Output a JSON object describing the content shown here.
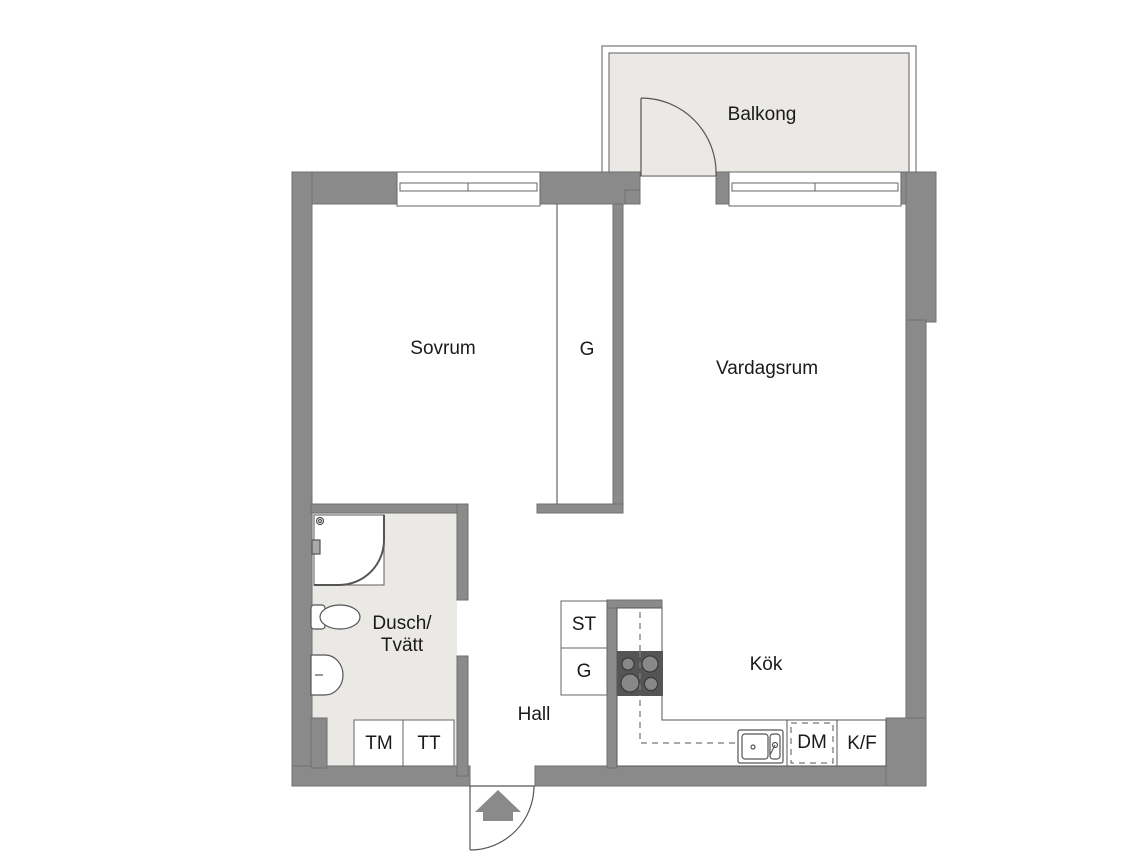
{
  "plan": {
    "colors": {
      "wall": "#8a8a8a",
      "wall_outline": "#6e6e6e",
      "wet_floor": "#ebe9e6",
      "balcony_floor": "#ebe9e6",
      "line": "#555555",
      "text": "#1a1a1a",
      "stove": "#555555"
    },
    "rooms": {
      "balkong": "Balkong",
      "sovrum": "Sovrum",
      "garderob": "G",
      "vardagsrum": "Vardagsrum",
      "dusch": "Dusch/",
      "tvatt": "Tvätt",
      "hall": "Hall",
      "kok": "Kök"
    },
    "fixtures": {
      "st": "ST",
      "g_hall": "G",
      "tm": "TM",
      "tt": "TT",
      "dm": "DM",
      "kf": "K/F"
    },
    "entrance": {
      "icon": "entrance-arrow-icon"
    }
  }
}
